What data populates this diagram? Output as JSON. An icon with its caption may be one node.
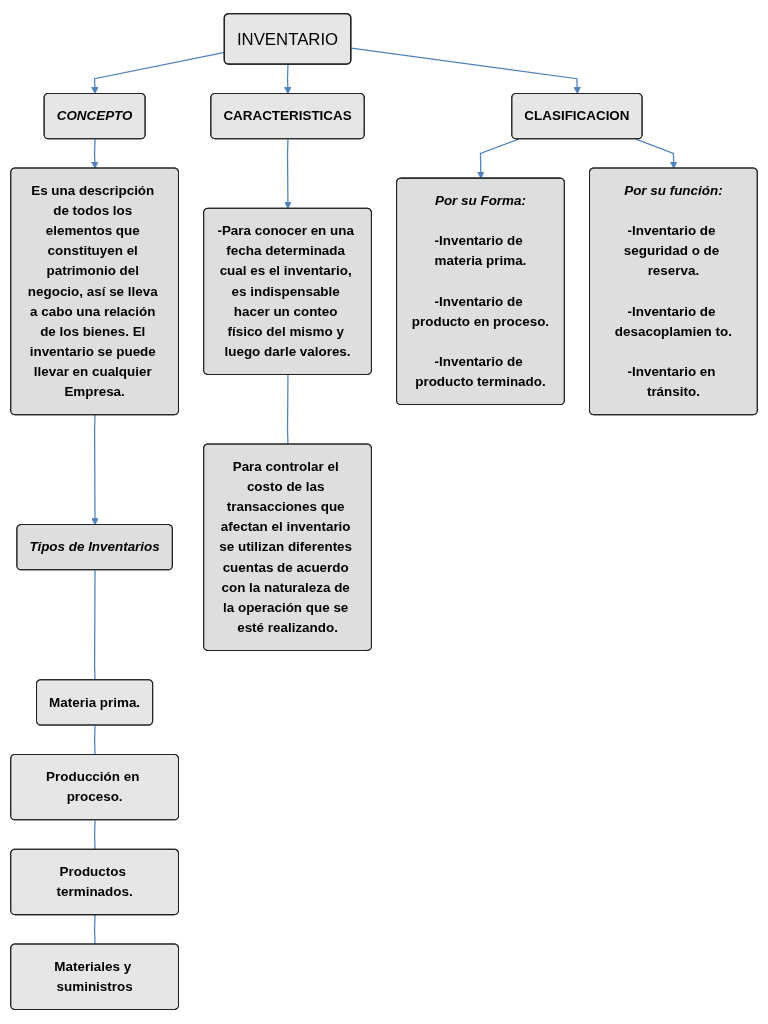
{
  "diagram": {
    "nodes": [
      {
        "text": [
          "INVENTARIO"
        ]
      },
      {
        "text": [
          "CONCEPTO"
        ]
      },
      {
        "text": [
          "CARACTERISTICAS"
        ]
      },
      {
        "text": [
          "CLASIFICACION"
        ]
      },
      {
        "text": [
          "Es una descripción de todos los elementos que constituyen el patrimonio del negocio, así se lleva a cabo una relación de los bienes. El inventario se puede llevar en cualquier Empresa."
        ]
      },
      {
        "text": [
          "Tipos de Inventarios"
        ]
      },
      {
        "text": [
          "Materia prima."
        ]
      },
      {
        "text": [
          "Producción en proceso."
        ]
      },
      {
        "text": [
          "Productos terminados."
        ]
      },
      {
        "text": [
          "Materiales y suministros"
        ]
      },
      {
        "text": [
          "-Para conocer en una fecha determinada cual es el inventario, es indispensable hacer un conteo físico del mismo y luego darle valores."
        ]
      },
      {
        "text": [
          "Para controlar el costo de las transacciones que afectan el inventario se utilizan diferentes cuentas de acuerdo con la naturaleza de la operación que se esté realizando."
        ]
      },
      {
        "text": [
          "Por su Forma:",
          "-Inventario de materia prima.",
          "-Inventario de producto en proceso.",
          "-Inventario de producto terminado."
        ]
      },
      {
        "text": [
          "Por su función:",
          "-Inventario de seguridad o de reserva.",
          "-Inventario de desacoplamien to.",
          "-Inventario en tránsito."
        ]
      }
    ],
    "edges": [
      {
        "from": 0,
        "to": 1,
        "arrow": "to"
      },
      {
        "from": 0,
        "to": 2,
        "arrow": "to"
      },
      {
        "from": 0,
        "to": 3,
        "arrow": "to"
      },
      {
        "from": 1,
        "to": 4,
        "arrow": "to"
      },
      {
        "from": 2,
        "to": 10,
        "arrow": "to"
      },
      {
        "from": 3,
        "to": 12,
        "arrow": "to"
      },
      {
        "from": 3,
        "to": 13,
        "arrow": "to"
      },
      {
        "from": 4,
        "to": 5,
        "arrow": "to"
      },
      {
        "from": 5,
        "to": 6,
        "arrow": "none"
      },
      {
        "from": 6,
        "to": 7,
        "arrow": "none"
      },
      {
        "from": 7,
        "to": 8,
        "arrow": "none"
      },
      {
        "from": 8,
        "to": 9,
        "arrow": "none"
      },
      {
        "from": 10,
        "to": 11,
        "arrow": "none"
      }
    ]
  }
}
